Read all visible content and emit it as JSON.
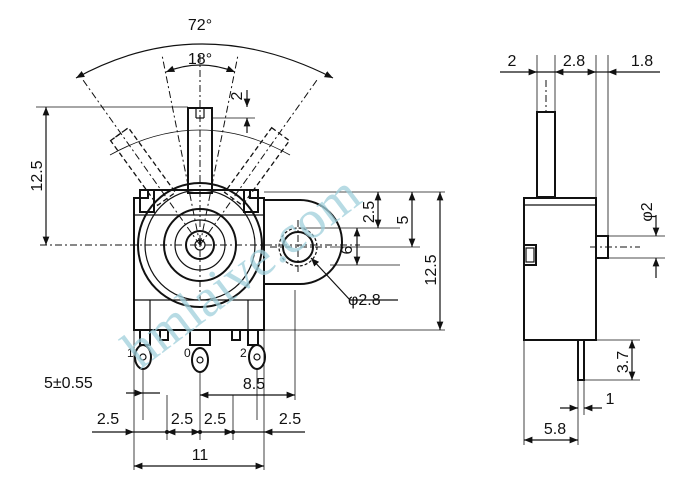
{
  "front_view": {
    "angle_total": "72°",
    "angle_detent": "18°",
    "shaft_top_offset": "2",
    "height_left": "12.5",
    "pitch_left": "5±0.55",
    "span_right": "8.5",
    "pitch_a": "2.5",
    "pitch_b": "2.5",
    "pitch_c": "2.5",
    "pitch_d": "2.5",
    "total_width": "11",
    "pin_1": "1",
    "pin_0": "0",
    "pin_2": "2"
  },
  "tab": {
    "dim_2_5": "2.5",
    "dim_5": "5",
    "dim_6": "6",
    "hole": "φ2.8",
    "height_right": "12.5"
  },
  "side_view": {
    "top_2": "2",
    "top_2_8": "2.8",
    "top_1_8": "1.8",
    "boss": "φ2",
    "pin_len": "3.7",
    "pin_thk": "1",
    "depth": "5.8"
  },
  "watermark": "hmlaive.com"
}
